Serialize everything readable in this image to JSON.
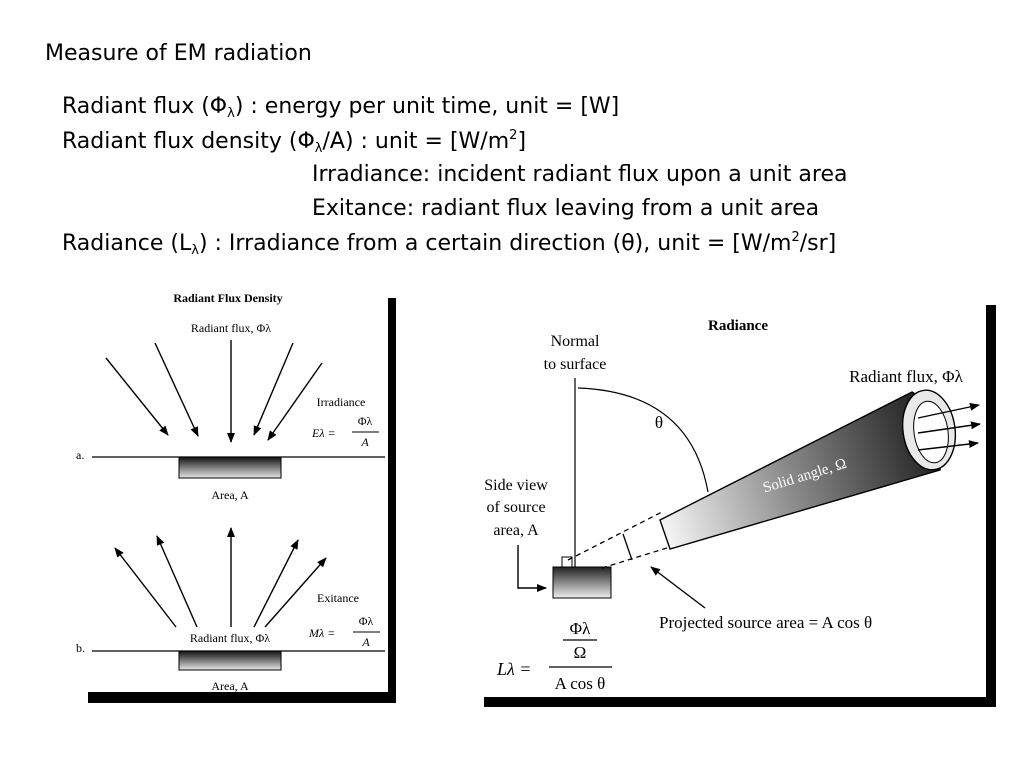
{
  "slide": {
    "heading": "Measure of EM radiation",
    "lines": {
      "flux_a": "Radiant flux (Φ",
      "flux_sub": "λ",
      "flux_b": ") : energy per unit time, unit = [W]",
      "density_a": "Radiant flux density (Φ",
      "density_sub": "λ",
      "density_b": "/A) : unit = [W/m",
      "density_sup": "2",
      "density_c": "]",
      "irradiance": "Irradiance: incident radiant flux upon a unit area",
      "exitance": "Exitance: radiant flux leaving from a unit area",
      "radiance_a": "Radiance (L",
      "radiance_sub": "λ",
      "radiance_b": ") : Irradiance from a certain direction (θ), unit = [W/m",
      "radiance_sup": "2",
      "radiance_c": "/sr]"
    }
  },
  "left_figure": {
    "title": "Radiant Flux Density",
    "top_flux_label": "Radiant flux, Φλ",
    "irradiance_label": "Irradiance",
    "irr_lhs": "Eλ =",
    "irr_num": "Φλ",
    "irr_den": "A",
    "panel_a": "a.",
    "area_a": "Area, A",
    "exitance_label": "Exitance",
    "bottom_flux_label": "Radiant flux, Φλ",
    "exi_lhs": "Mλ =",
    "exi_num": "Φλ",
    "exi_den": "A",
    "panel_b": "b.",
    "area_b": "Area, A"
  },
  "right_figure": {
    "title": "Radiance",
    "normal_1": "Normal",
    "normal_2": "to surface",
    "theta": "θ",
    "flux_label": "Radiant flux, Φλ",
    "solid_angle": "Solid angle, Ω",
    "side_1": "Side view",
    "side_2": "of source",
    "side_3": "area, A",
    "projected": "Projected source area  =  A  cos θ",
    "rad_lhs": "Lλ =",
    "rad_num_top": "Φλ",
    "rad_num_bot": "Ω",
    "rad_den": "A  cos θ"
  }
}
